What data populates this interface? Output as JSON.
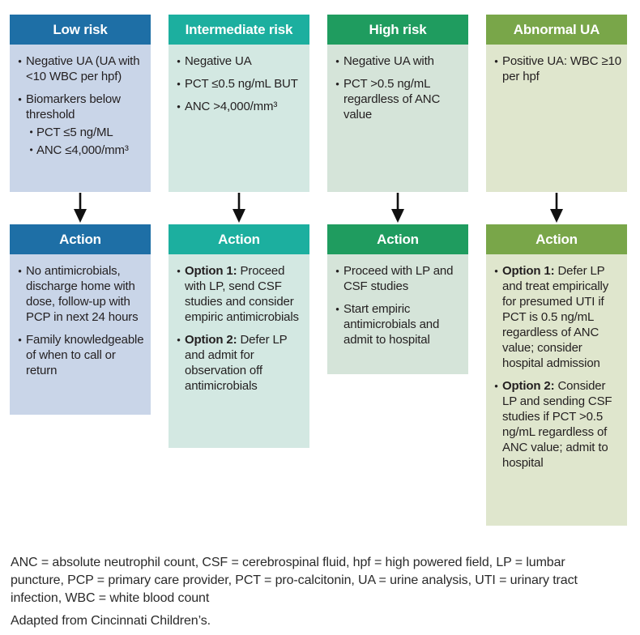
{
  "arrow_color": "#111111",
  "text_color": "#231f20",
  "columns": [
    {
      "header": "Low risk",
      "colors": {
        "header": "#1e6fa6",
        "body": "#c9d5e8"
      },
      "criteria": [
        {
          "text": "Negative UA (UA with <10 WBC per hpf)"
        },
        {
          "text": "Biomarkers below threshold",
          "sub": [
            "PCT ≤5 ng/ML",
            "ANC ≤4,000/mm³"
          ]
        }
      ],
      "action_header": "Action",
      "actions": [
        {
          "text": "No antimicrobials, discharge home with dose, follow-up with PCP in next 24 hours"
        },
        {
          "text": "Family knowledgeable of when to call or return"
        }
      ]
    },
    {
      "header": "Intermediate risk",
      "colors": {
        "header": "#1caf9f",
        "body": "#d3e8e2"
      },
      "criteria": [
        {
          "text": "Negative UA"
        },
        {
          "text": "PCT ≤0.5 ng/mL BUT"
        },
        {
          "text": "ANC >4,000/mm³"
        }
      ],
      "action_header": "Action",
      "actions": [
        {
          "bold": "Option 1:",
          "text": " Proceed with LP, send CSF studies and consider empiric antimicrobials"
        },
        {
          "bold": "Option 2:",
          "text": " Defer LP and admit for observation off antimicrobials"
        }
      ]
    },
    {
      "header": "High risk",
      "colors": {
        "header": "#1f9c5f",
        "body": "#d5e4d9"
      },
      "criteria": [
        {
          "text": "Negative UA with"
        },
        {
          "text": "PCT >0.5 ng/mL regardless of ANC value"
        }
      ],
      "action_header": "Action",
      "actions": [
        {
          "text": "Proceed with LP and CSF studies"
        },
        {
          "text": "Start empiric antimicrobials and admit to hospital"
        }
      ]
    },
    {
      "header": "Abnormal UA",
      "colors": {
        "header": "#79a649",
        "body": "#dfe6cd"
      },
      "criteria": [
        {
          "text": "Positive UA: WBC ≥10 per hpf"
        }
      ],
      "action_header": "Action",
      "actions": [
        {
          "bold": "Option 1:",
          "text": " Defer LP and treat empirically for presumed UTI if PCT is 0.5 ng/mL regardless of ANC value; consider hospital admission"
        },
        {
          "bold": "Option 2:",
          "text": " Consider LP and sending CSF studies if PCT >0.5 ng/mL regardless of ANC value; admit to hospital"
        }
      ]
    }
  ],
  "footer": {
    "abbreviations": "ANC = absolute neutrophil count, CSF = cerebrospinal fluid, hpf = high powered field, LP = lumbar puncture, PCP = primary care provider, PCT = pro-calcitonin, UA = urine analysis, UTI = urinary tract infection, WBC = white blood count",
    "source": "Adapted from Cincinnati Children’s."
  }
}
